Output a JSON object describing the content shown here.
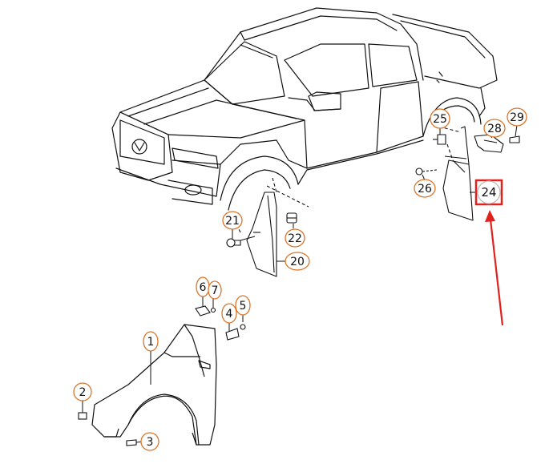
{
  "diagram": {
    "callout_color": "#d9752b",
    "line_color": "#111111",
    "highlight_color": "#e0211c",
    "highlighted_part": "24",
    "callouts": [
      {
        "id": "c1",
        "label": "1"
      },
      {
        "id": "c2",
        "label": "2"
      },
      {
        "id": "c3",
        "label": "3"
      },
      {
        "id": "c4",
        "label": "4"
      },
      {
        "id": "c5",
        "label": "5"
      },
      {
        "id": "c6",
        "label": "6"
      },
      {
        "id": "c7",
        "label": "7"
      },
      {
        "id": "c20",
        "label": "20"
      },
      {
        "id": "c21",
        "label": "21"
      },
      {
        "id": "c22",
        "label": "22"
      },
      {
        "id": "c24",
        "label": "24"
      },
      {
        "id": "c25",
        "label": "25"
      },
      {
        "id": "c26",
        "label": "26"
      },
      {
        "id": "c28",
        "label": "28"
      },
      {
        "id": "c29",
        "label": "29"
      }
    ]
  }
}
